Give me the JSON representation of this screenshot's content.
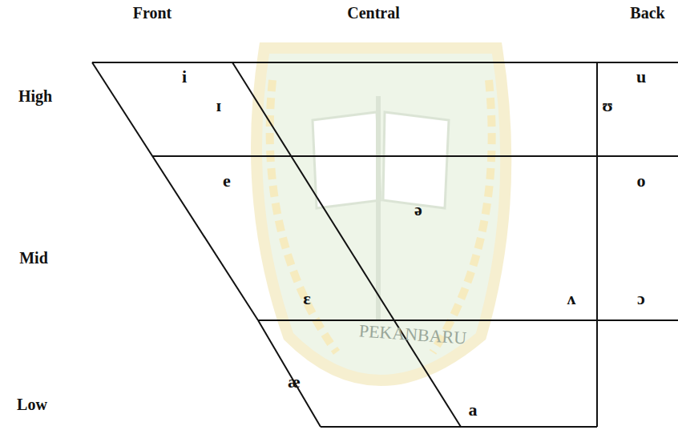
{
  "diagram": {
    "labels": [
      "Front",
      "Central",
      "Back",
      "High",
      "Mid",
      "Low",
      "i",
      "ɪ",
      "u",
      "ʊ",
      "e",
      "o",
      "ə",
      "ɛ",
      "ʌ",
      "ɔ",
      "æ",
      "a",
      "PEKANBARU"
    ]
  }
}
